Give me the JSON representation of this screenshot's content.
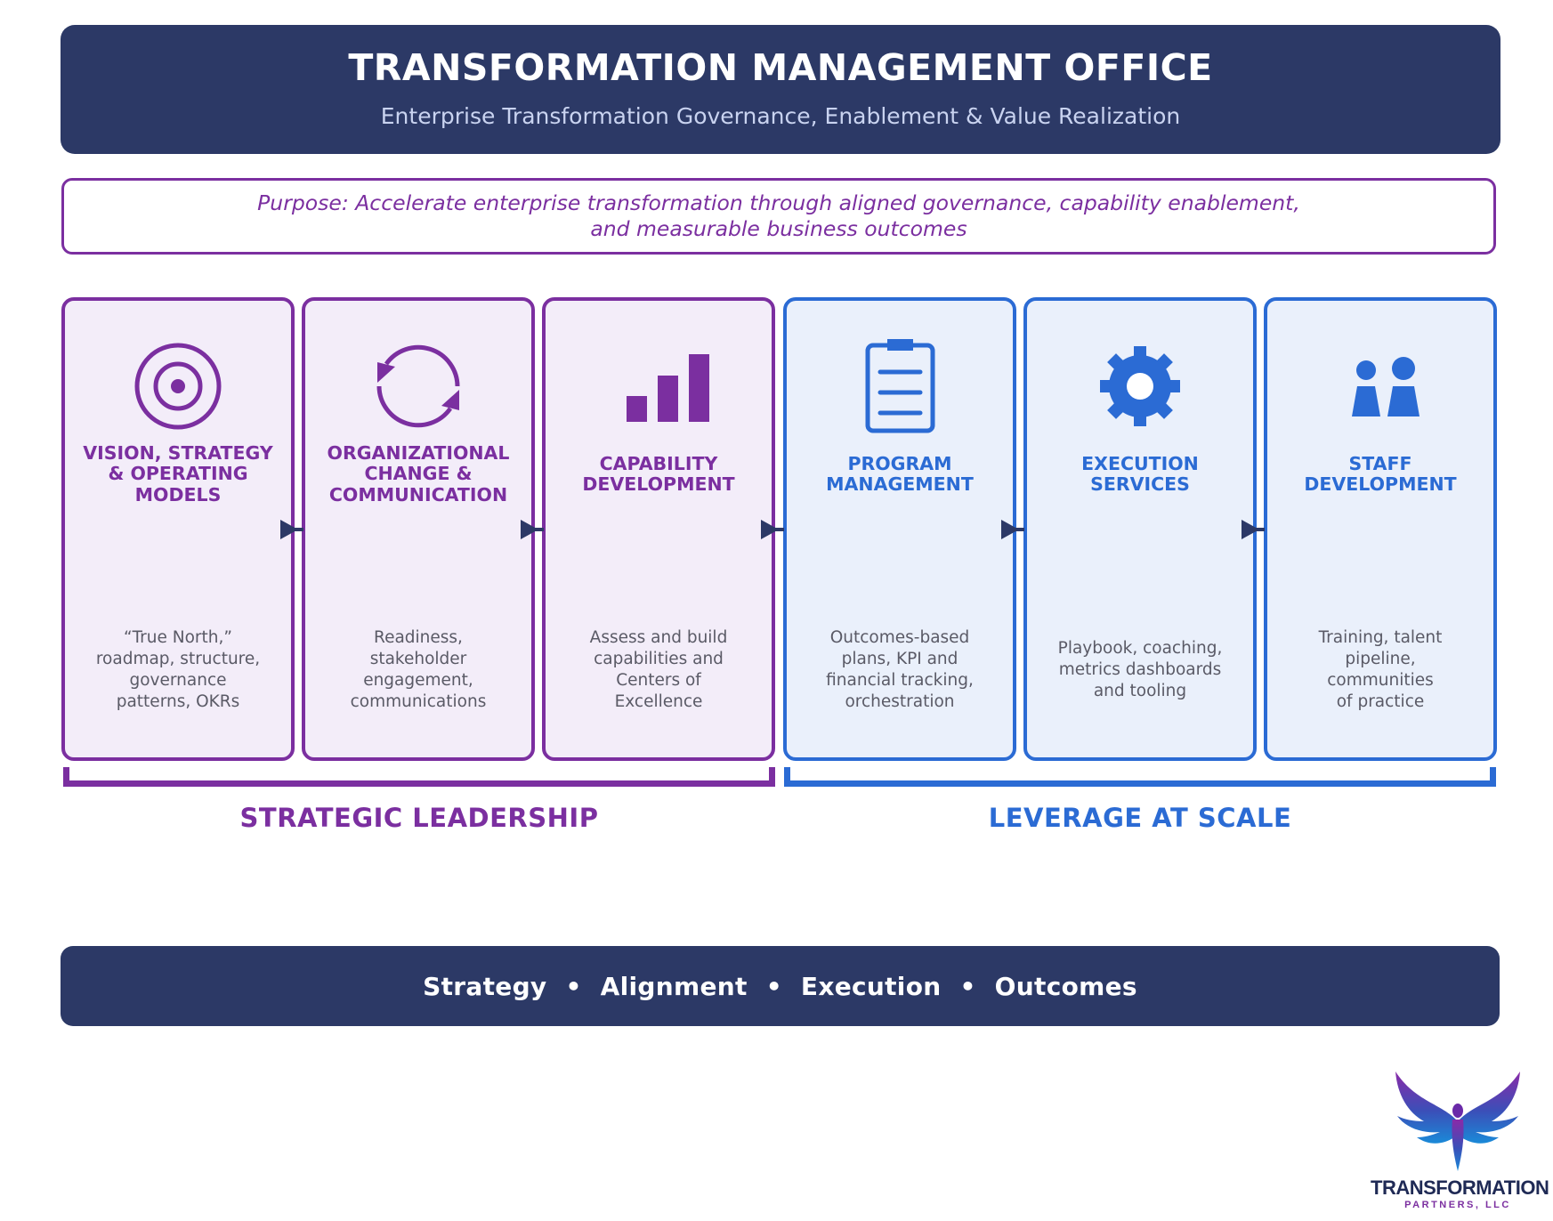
{
  "header": {
    "title": "TRANSFORMATION MANAGEMENT OFFICE",
    "subtitle": "Enterprise Transformation Governance, Enablement & Value Realization"
  },
  "purpose": {
    "line1": "Purpose: Accelerate enterprise transformation through aligned governance, capability enablement,",
    "line2": "and measurable business outcomes"
  },
  "colors": {
    "navy": "#2c3966",
    "purple": "#7b2fa0",
    "blue": "#2b6bd4",
    "purple_fill": "#f3edf9",
    "blue_fill": "#eaf0fb"
  },
  "cards": [
    {
      "icon": "target-icon",
      "title_lines": [
        "VISION, STRATEGY",
        "& OPERATING",
        "MODELS"
      ],
      "desc_lines": [
        "“True North,”",
        "roadmap, structure,",
        "governance",
        "patterns, OKRs"
      ]
    },
    {
      "icon": "cycle-arrows-icon",
      "title_lines": [
        "ORGANIZATIONAL",
        "CHANGE &",
        "COMMUNICATION"
      ],
      "desc_lines": [
        "Readiness,",
        "stakeholder",
        "engagement,",
        "communications"
      ]
    },
    {
      "icon": "bar-chart-icon",
      "title_lines": [
        "CAPABILITY",
        "DEVELOPMENT"
      ],
      "desc_lines": [
        "Assess and build",
        "capabilities and",
        "Centers of",
        "Excellence"
      ]
    },
    {
      "icon": "clipboard-icon",
      "title_lines": [
        "PROGRAM",
        "MANAGEMENT"
      ],
      "desc_lines": [
        "Outcomes-based",
        "plans, KPI and",
        "financial tracking,",
        "orchestration"
      ]
    },
    {
      "icon": "gear-icon",
      "title_lines": [
        "EXECUTION",
        "SERVICES"
      ],
      "desc_lines": [
        "Playbook, coaching,",
        "metrics dashboards",
        "and tooling"
      ]
    },
    {
      "icon": "people-icon",
      "title_lines": [
        "STAFF",
        "DEVELOPMENT"
      ],
      "desc_lines": [
        "Training, talent",
        "pipeline,",
        "communities",
        "of practice"
      ]
    }
  ],
  "groups": {
    "left": "STRATEGIC LEADERSHIP",
    "right": "LEVERAGE AT SCALE"
  },
  "footer": {
    "items": [
      "Strategy",
      "Alignment",
      "Execution",
      "Outcomes"
    ],
    "separator": "•"
  },
  "logo": {
    "brand": "TRANSFORMATION",
    "sub": "PARTNERS, LLC"
  }
}
